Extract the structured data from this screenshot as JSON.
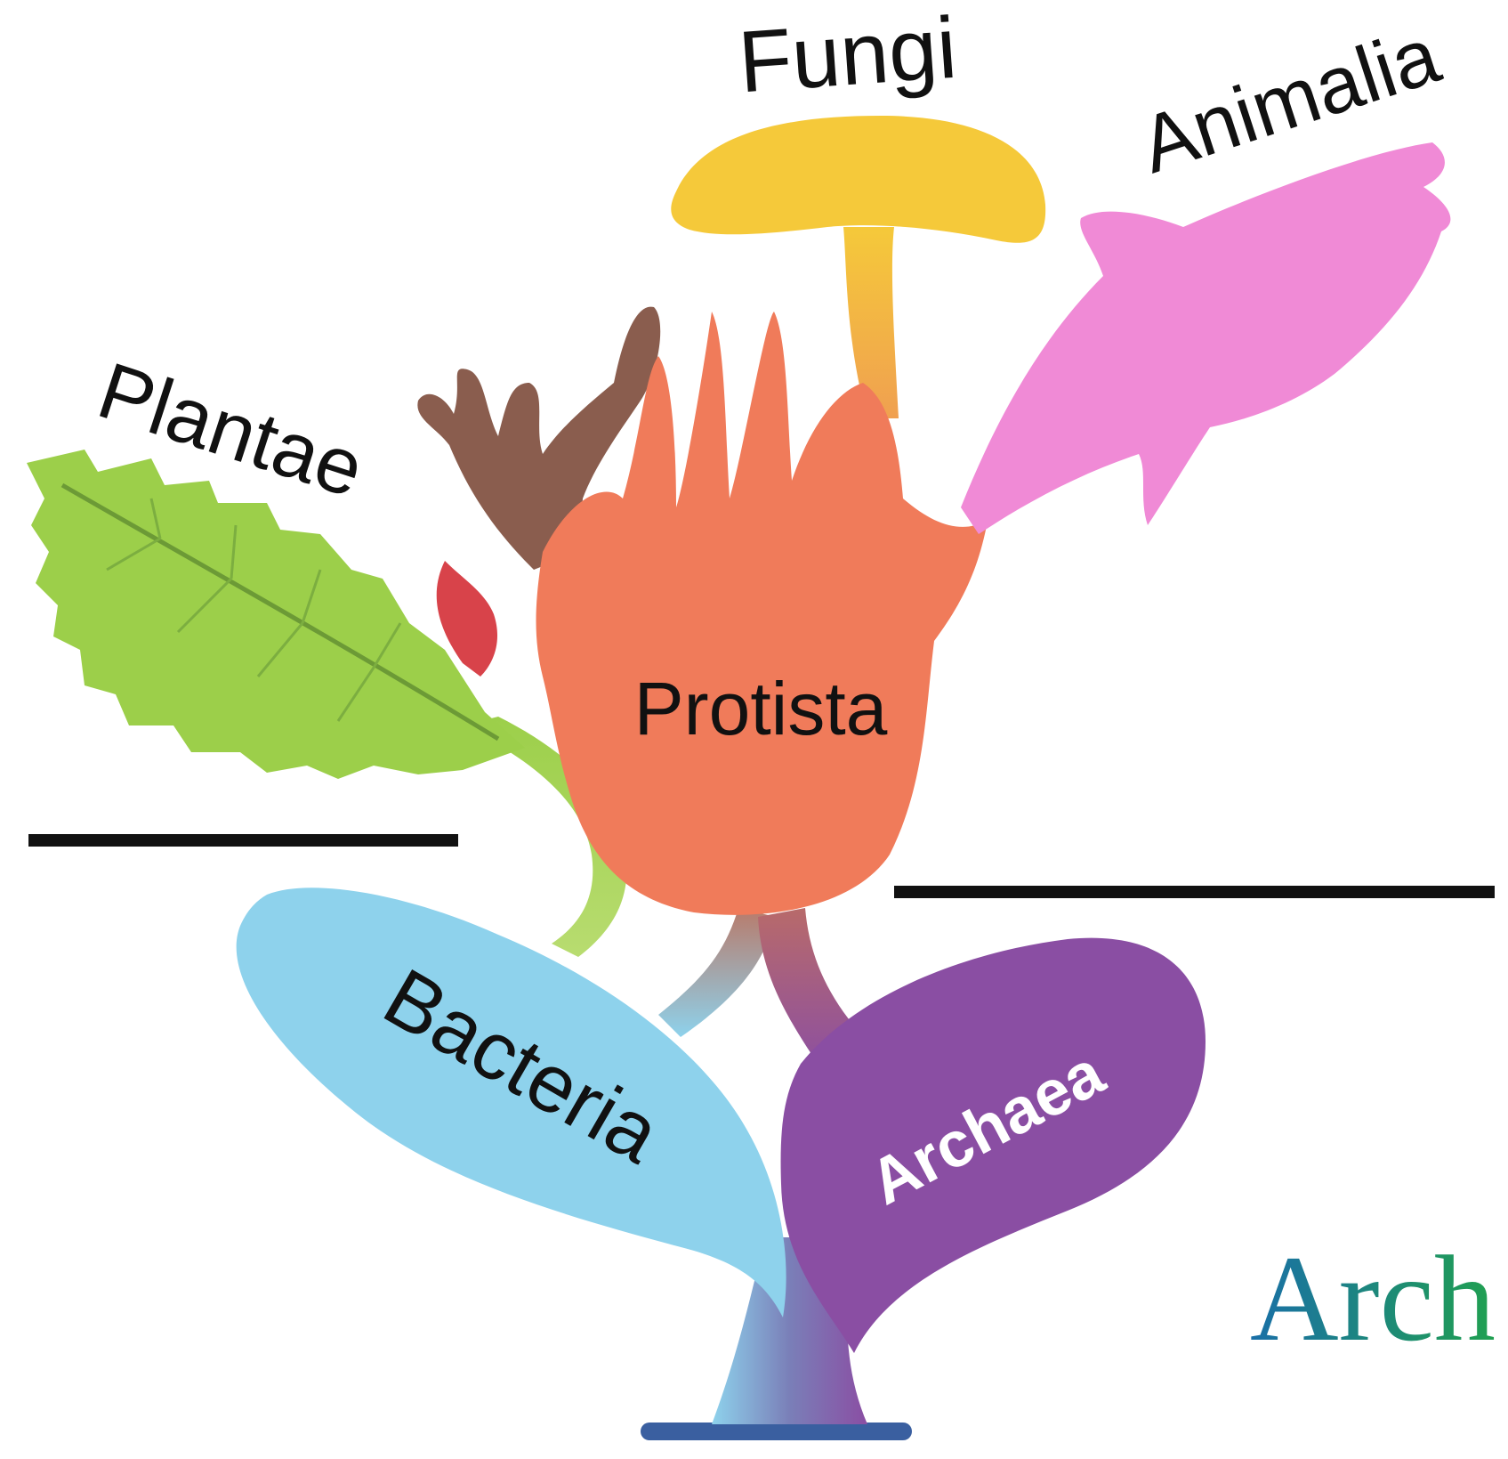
{
  "labels": {
    "fungi": "Fungi",
    "animalia": "Animalia",
    "plantae": "Plantae",
    "protista": "Protista",
    "bacteria": "Bacteria",
    "archaea": "Archaea"
  },
  "watermark": "Arch",
  "colors": {
    "fungi": "#f5c93a",
    "animalia": "#f08ad6",
    "plantae": "#9ccf4a",
    "protista": "#f07b5a",
    "brown_branch": "#8a5d4e",
    "red_bud": "#d8434a",
    "bacteria": "#8ed2ec",
    "archaea": "#8a4ea3",
    "base": "#3a5fa0",
    "divider": "#111111",
    "watermark_start": "#1a6fa8",
    "watermark_end": "#20a050"
  }
}
